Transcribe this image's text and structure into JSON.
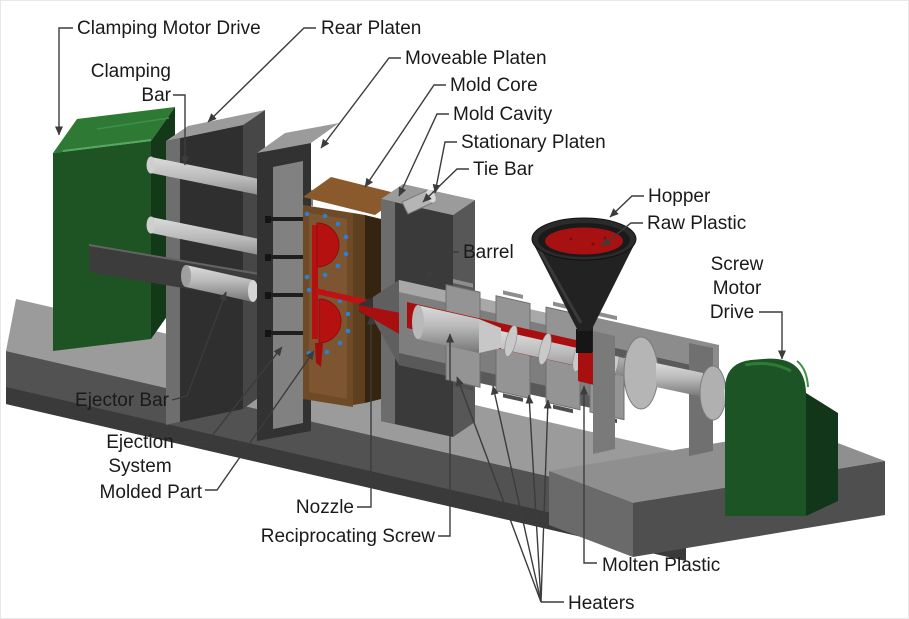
{
  "diagram": {
    "subject": "Injection Molding Machine",
    "labels": {
      "clamping_motor_drive": "Clamping Motor Drive",
      "rear_platen": "Rear Platen",
      "clamping_bar": [
        "Clamping",
        "Bar"
      ],
      "moveable_platen": "Moveable Platen",
      "mold_core": "Mold Core",
      "mold_cavity": "Mold Cavity",
      "stationary_platen": "Stationary Platen",
      "tie_bar": "Tie Bar",
      "hopper": "Hopper",
      "raw_plastic": "Raw Plastic",
      "screw_motor_drive": [
        "Screw",
        "Motor",
        "Drive"
      ],
      "barrel": "Barrel",
      "ejector_bar": "Ejector Bar",
      "ejection_system": [
        "Ejection",
        "System"
      ],
      "molded_part": "Molded Part",
      "nozzle": "Nozzle",
      "reciprocating_screw": "Reciprocating Screw",
      "molten_plastic": "Molten Plastic",
      "heaters": "Heaters"
    },
    "colors": {
      "background": "#ffffff",
      "label_text": "#1a1a1a",
      "leader_line": "#3c3c3c",
      "motor_green": "#1d5426",
      "molten_red": "#a80f0f",
      "mold_brown": "#6f4a27",
      "cooling_dot_blue": "#2f7fd0",
      "metal_light": "#9b9b9b",
      "frame_dark": "#2f2f2f"
    }
  }
}
